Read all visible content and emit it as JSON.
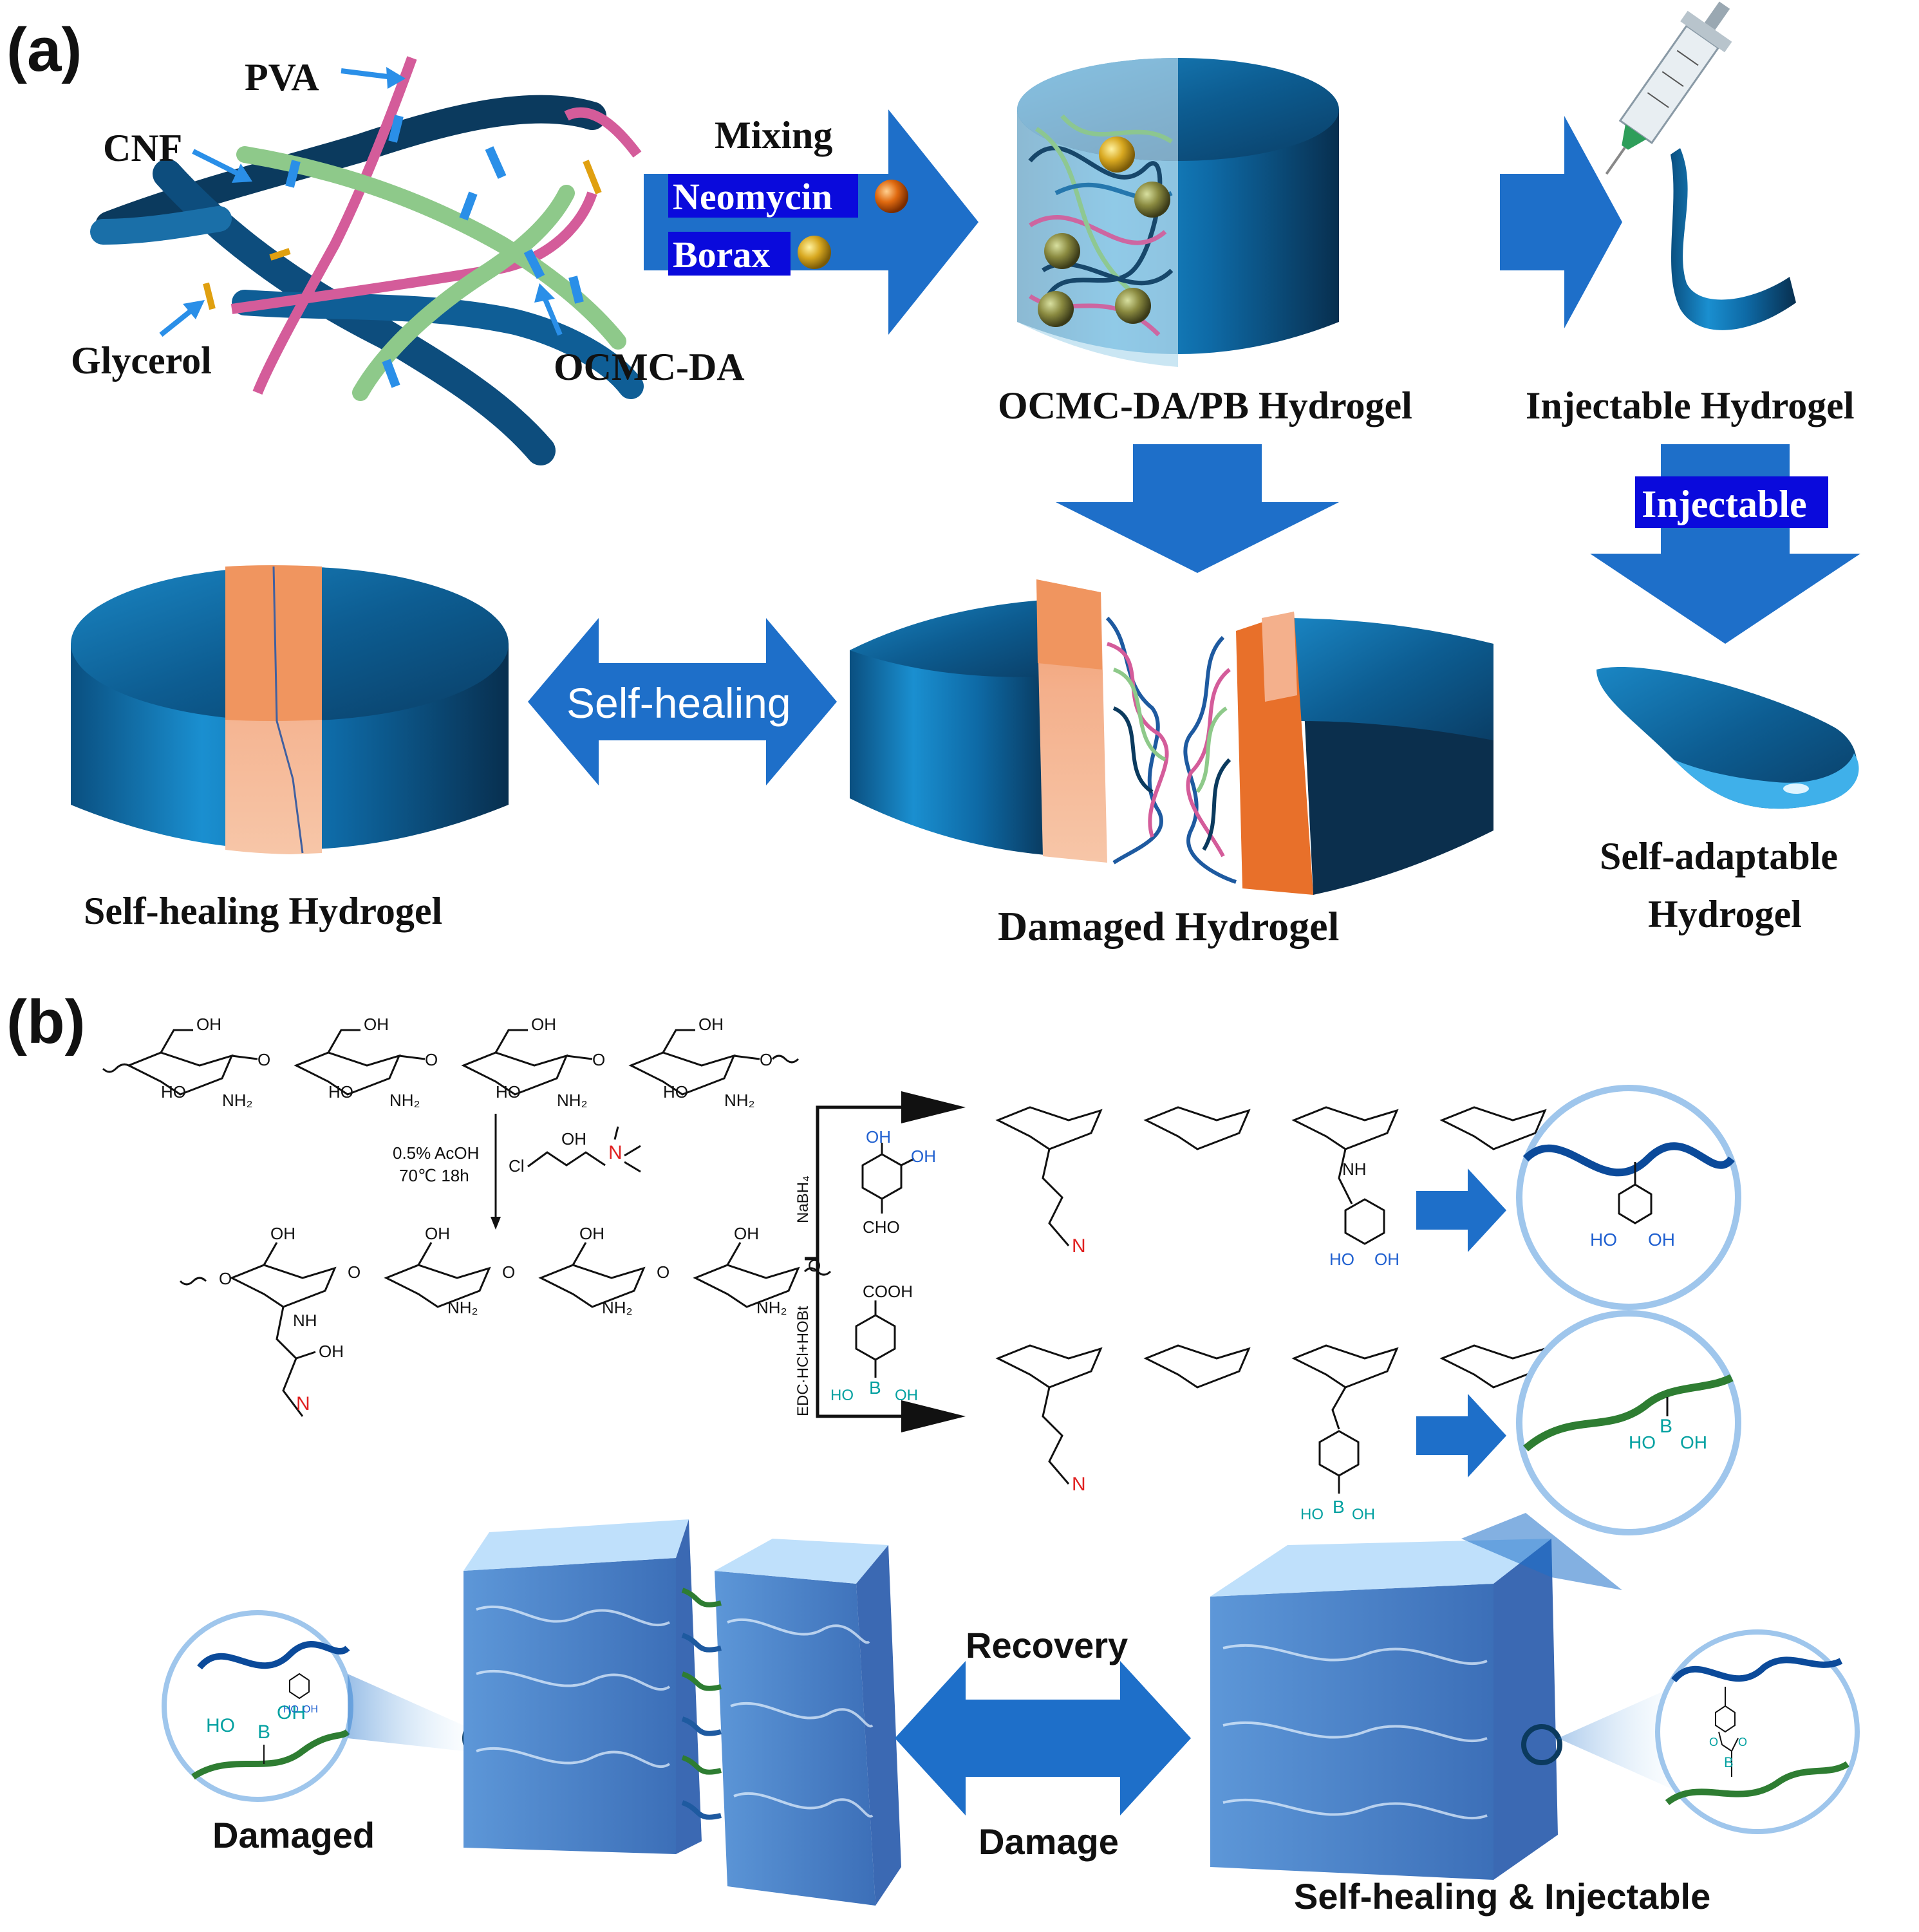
{
  "panel_a": {
    "label": "(a)",
    "components": {
      "pva": "PVA",
      "cnf": "CNF",
      "glycerol": "Glycerol",
      "ocmc_da": "OCMC-DA"
    },
    "mixing": {
      "title": "Mixing",
      "neomycin": "Neomycin",
      "borax": "Borax"
    },
    "hydrogel_label": "OCMC-DA/PB Hydrogel",
    "injectable_hydrogel_label": "Injectable Hydrogel",
    "injectable_tag": "Injectable",
    "self_healing_arrow": "Self-healing",
    "self_healing_hydrogel_label": "Self-healing Hydrogel",
    "damaged_hydrogel_label": "Damaged Hydrogel",
    "self_adaptable_line1": "Self-adaptable",
    "self_adaptable_line2": "Hydrogel"
  },
  "panel_b": {
    "label": "(b)",
    "reagents": {
      "acoh": "0.5% AcOH",
      "temp_time": "70℃ 18h",
      "nabh4": "NaBH₄",
      "edc": "EDC·HCl+HOBt",
      "cl": "Cl",
      "cho": "CHO",
      "cooh": "COOH",
      "oh": "OH",
      "ho": "HO",
      "nh2": "NH₂",
      "nh": "NH",
      "n_plus": "N",
      "b": "B",
      "o": "O"
    },
    "recovery": "Recovery",
    "damage": "Damage",
    "damaged_label": "Damaged",
    "self_healing_injectable_label": "Self-healing & Injectable"
  },
  "colors": {
    "arrow_blue": "#1e6fc9",
    "hydrogel_blue": "#0f6fa8",
    "dark_blue": "#0b3a5e",
    "peach": "#f4b08c",
    "orange": "#e8702a",
    "pink": "#d45c9a",
    "green": "#8ec98a",
    "dark_green": "#2e7d32",
    "tag_blue": "#0a0adc",
    "boron_teal": "#00a0a0",
    "amine_red": "#e02020",
    "hydroxyl_blue": "#2060d0"
  }
}
